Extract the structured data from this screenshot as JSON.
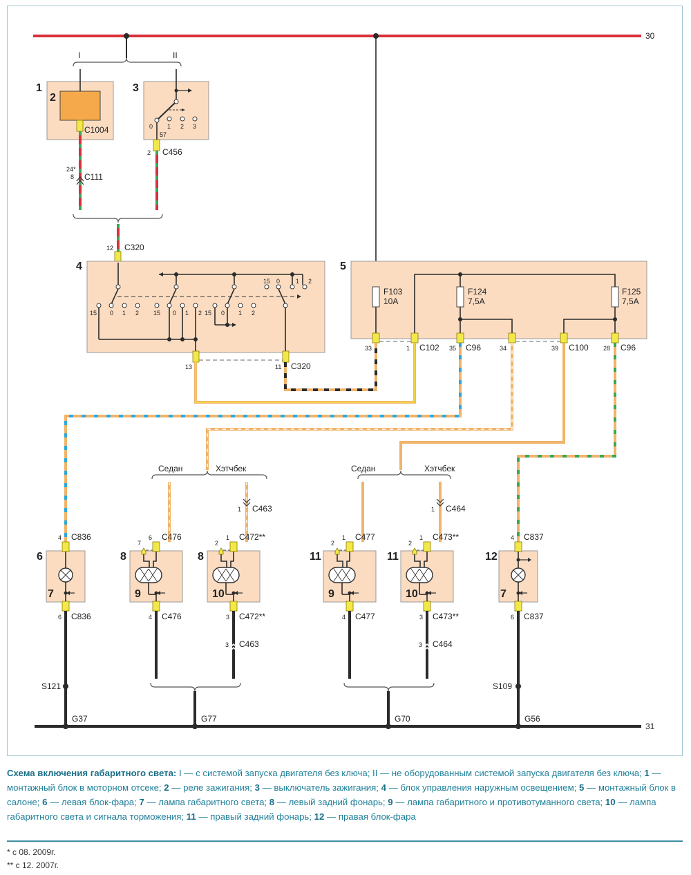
{
  "diagram": {
    "bus_top_label": "30",
    "bus_bottom_label": "31",
    "branch_labels": {
      "I": "I",
      "II": "II"
    },
    "components": {
      "c1": "1",
      "c2": "2",
      "c3": "3",
      "c4": "4",
      "c5": "5",
      "c6": "6",
      "c7a": "7",
      "c8a": "8",
      "c9a": "9",
      "c8b": "8",
      "c10a": "10",
      "c11a": "11",
      "c9b": "9",
      "c11b": "11",
      "c10b": "10",
      "c12": "12",
      "c7b": "7"
    },
    "ignition_switch": {
      "pin": "57",
      "positions": [
        "0",
        "1",
        "2",
        "3"
      ]
    },
    "light_switch": {
      "row1": [
        "15",
        "0",
        "1",
        "2",
        "15",
        "0",
        "1",
        "2",
        "15",
        "0",
        "1",
        "2"
      ],
      "row2": [
        "15",
        "0",
        "1",
        "2"
      ]
    },
    "fuses": [
      {
        "id": "F103",
        "rating": "10A"
      },
      {
        "id": "F124",
        "rating": "7,5A"
      },
      {
        "id": "F125",
        "rating": "7,5A"
      }
    ],
    "connectors": {
      "c1004": "C1004",
      "c456": {
        "name": "C456",
        "pin": "2"
      },
      "c111": {
        "name": "C111",
        "pin": "8",
        "pin_alt": "24*"
      },
      "c320_top": {
        "name": "C320",
        "pin": "12"
      },
      "c320_bottom": {
        "name": "C320",
        "pin_a": "13",
        "pin_b": "11"
      },
      "c102": {
        "name": "C102",
        "pin_a": "33",
        "pin_b": "1"
      },
      "c96_a": {
        "name": "C96",
        "pin": "35"
      },
      "c100": {
        "name": "C100",
        "pin_a": "34",
        "pin_b": "39"
      },
      "c96_b": {
        "name": "C96",
        "pin": "28"
      },
      "c836_top": {
        "name": "C836",
        "pin": "4"
      },
      "c836_bottom": {
        "name": "C836",
        "pin": "6"
      },
      "c476_top": {
        "name": "C476",
        "pin": "6",
        "pin_alt": "7"
      },
      "c476_bottom": {
        "name": "C476",
        "pin": "4"
      },
      "c463_top": {
        "name": "C463",
        "pin": "1"
      },
      "c463_bottom": {
        "name": "C463",
        "pin": "3"
      },
      "c472_top": {
        "name": "C472**",
        "pin": "1",
        "pin_alt": "2"
      },
      "c472_bottom": {
        "name": "C472**",
        "pin": "3"
      },
      "c477_top": {
        "name": "C477",
        "pin": "1",
        "pin_alt": "2"
      },
      "c477_bottom": {
        "name": "C477",
        "pin": "4"
      },
      "c464_top": {
        "name": "C464",
        "pin": "1"
      },
      "c464_bottom": {
        "name": "C464",
        "pin": "3"
      },
      "c473_top": {
        "name": "C473**",
        "pin": "1",
        "pin_alt": "2"
      },
      "c473_bottom": {
        "name": "C473**",
        "pin": "3"
      },
      "c837_top": {
        "name": "C837",
        "pin": "4"
      },
      "c837_bottom": {
        "name": "C837",
        "pin": "6"
      }
    },
    "body_variants": {
      "sedan": "Седан",
      "hatch": "Хэтчбек"
    },
    "splices": {
      "s121": "S121",
      "s109": "S109"
    },
    "grounds": {
      "g37": "G37",
      "g77": "G77",
      "g70": "G70",
      "g56": "G56"
    },
    "colors": {
      "bus_red": "#d9303a",
      "wire_black": "#2b2b2b",
      "wire_orange": "#f0b46a",
      "wire_green": "#3aa55a",
      "wire_blue": "#2fa8d8",
      "wire_yellow": "#f4dc3c",
      "box_fill": "#fbdcc1",
      "relay_fill": "#f6a94a",
      "connector": "#f2e84a"
    }
  },
  "caption": {
    "title": "Схема включения габаритного света:",
    "text": [
      {
        "t": " I — с системой запуска двигателя без ключа; II — не оборудованным системой запуска двигателя без ключа; "
      },
      {
        "b": "1"
      },
      {
        "t": " — монтажный блок в моторном отсеке; "
      },
      {
        "b": "2"
      },
      {
        "t": " — реле зажигания; "
      },
      {
        "b": "3"
      },
      {
        "t": " — выключатель зажигания; "
      },
      {
        "b": "4"
      },
      {
        "t": " — блок управления наружным освещением; "
      },
      {
        "b": "5"
      },
      {
        "t": " — монтажный блок в салоне; "
      },
      {
        "b": "6"
      },
      {
        "t": " — левая блок-фара; "
      },
      {
        "b": "7"
      },
      {
        "t": " — лампа габаритного света; "
      },
      {
        "b": "8"
      },
      {
        "t": " — левый задний фонарь; "
      },
      {
        "b": "9"
      },
      {
        "t": " — лампа габаритного и противотуманного света; "
      },
      {
        "b": "10"
      },
      {
        "t": " — лампа габаритного света и сигнала торможения; "
      },
      {
        "b": "11"
      },
      {
        "t": " — правый задний фонарь; "
      },
      {
        "b": "12"
      },
      {
        "t": " — правая блок-фара"
      }
    ]
  },
  "footnotes": [
    "* с 08. 2009г.",
    "** с 12. 2007г."
  ]
}
